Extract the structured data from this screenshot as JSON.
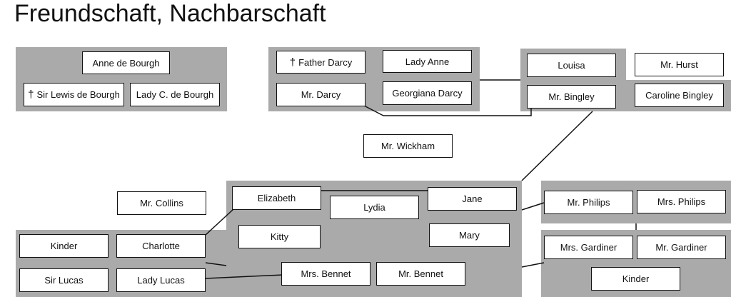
{
  "title": "Freundschaft, Nachbarschaft",
  "nodes": {
    "anne_de_bourgh": "Anne de Bourgh",
    "sir_lewis_de_bourgh": "Sir Lewis de Bourgh",
    "lady_c_de_bourgh": "Lady C. de Bourgh",
    "father_darcy": "Father Darcy",
    "lady_anne": "Lady Anne",
    "mr_darcy": "Mr. Darcy",
    "georgiana_darcy": "Georgiana Darcy",
    "louisa": "Louisa",
    "mr_hurst": "Mr. Hurst",
    "mr_bingley": "Mr. Bingley",
    "caroline_bingley": "Caroline Bingley",
    "mr_wickham": "Mr. Wickham",
    "mr_collins": "Mr. Collins",
    "elizabeth": "Elizabeth",
    "lydia": "Lydia",
    "jane": "Jane",
    "kitty": "Kitty",
    "mary": "Mary",
    "mrs_bennet": "Mrs. Bennet",
    "mr_bennet": "Mr. Bennet",
    "kinder_lucas": "Kinder",
    "charlotte": "Charlotte",
    "sir_lucas": "Sir Lucas",
    "lady_lucas": "Lady Lucas",
    "mr_philips": "Mr. Philips",
    "mrs_philips": "Mrs. Philips",
    "mrs_gardiner": "Mrs. Gardiner",
    "mr_gardiner": "Mr. Gardiner",
    "kinder_gardiner": "Kinder"
  },
  "deceased_marker": "†",
  "colors": {
    "group_fill": "#aaaaaa",
    "node_border": "#111111",
    "link": "#111111"
  }
}
